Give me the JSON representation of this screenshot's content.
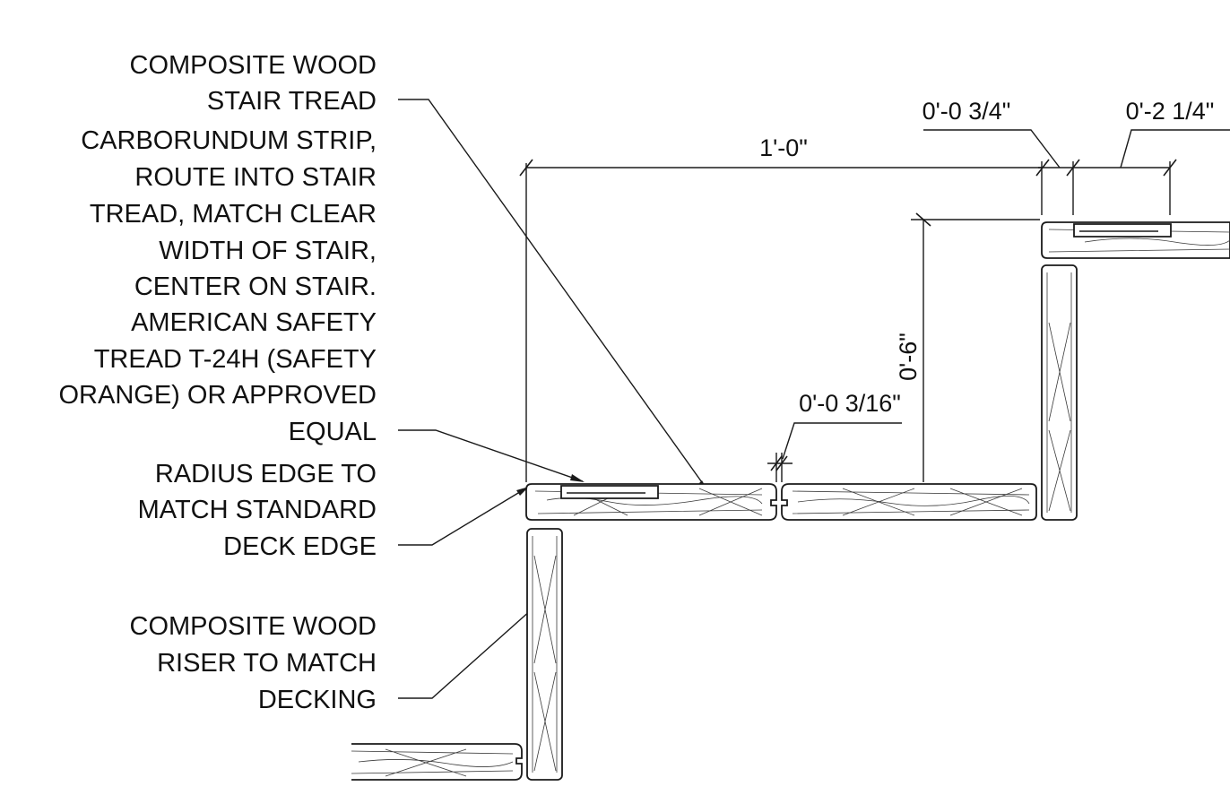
{
  "notes": {
    "tread": [
      "COMPOSITE WOOD",
      "STAIR TREAD"
    ],
    "carborundum": [
      "CARBORUNDUM STRIP,",
      "ROUTE INTO STAIR",
      "TREAD, MATCH CLEAR",
      "WIDTH OF STAIR,",
      "CENTER ON STAIR.",
      "AMERICAN SAFETY",
      "TREAD T-24H (SAFETY",
      "ORANGE) OR APPROVED",
      "EQUAL"
    ],
    "radius": [
      "RADIUS EDGE TO",
      "MATCH STANDARD",
      "DECK EDGE"
    ],
    "riser": [
      "COMPOSITE WOOD",
      "RISER TO MATCH",
      "DECKING"
    ]
  },
  "dimensions": {
    "tread_depth": "1'-0\"",
    "nosing_gap": "0'-0 3/4\"",
    "strip_width": "0'-2 1/4\"",
    "riser_height": "0'-6\"",
    "board_gap": "0'-0 3/16\""
  }
}
